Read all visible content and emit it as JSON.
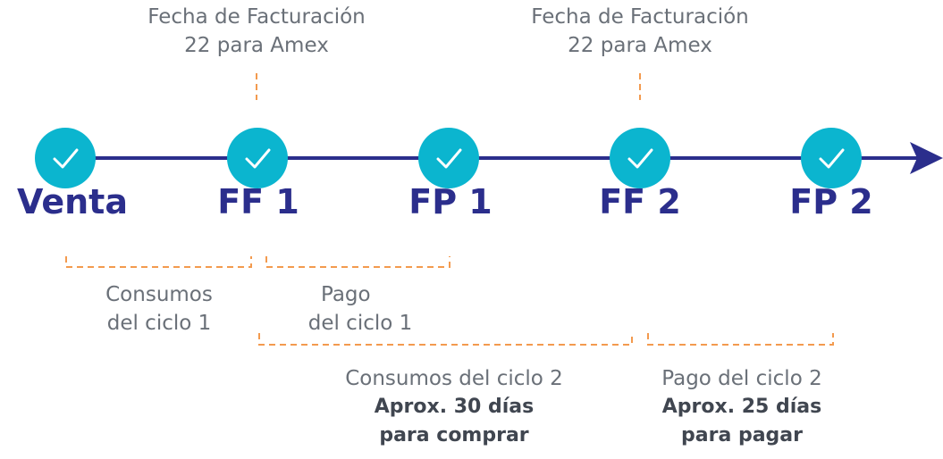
{
  "billing_notes": [
    {
      "line1": "Fecha de Facturación",
      "line2": "22 para Amex"
    },
    {
      "line1": "Fecha de Facturación",
      "line2": "22 para Amex"
    }
  ],
  "milestones": [
    {
      "label": "Venta",
      "icon": "check-icon"
    },
    {
      "label": "FF 1",
      "icon": "check-icon"
    },
    {
      "label": "FP 1",
      "icon": "check-icon"
    },
    {
      "label": "FF 2",
      "icon": "check-icon"
    },
    {
      "label": "FP 2",
      "icon": "check-icon"
    }
  ],
  "periods": {
    "consumos_ciclo1": {
      "line1": "Consumos",
      "line2": "del ciclo 1"
    },
    "pago_ciclo1": {
      "line1": "Pago",
      "line2": "del ciclo 1"
    },
    "consumos_ciclo2": {
      "line1": "Consumos del ciclo 2",
      "bold1": "Aprox. 30 días",
      "bold2": "para comprar"
    },
    "pago_ciclo2": {
      "line1": "Pago del ciclo 2",
      "bold1": "Aprox. 25 días",
      "bold2": "para pagar"
    }
  },
  "colors": {
    "circle": "#0bb5cf",
    "timeline": "#2b2e8c",
    "dashed": "#f39a4e",
    "milestone_text": "#2b2e8c",
    "note_text": "#6a7078"
  }
}
